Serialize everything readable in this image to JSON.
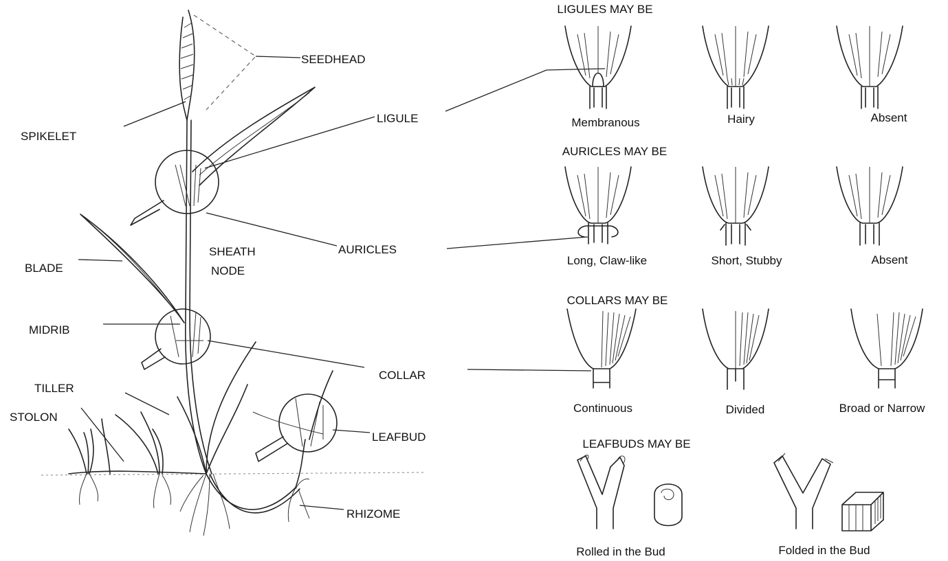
{
  "plant_labels": {
    "seedhead": "SEEDHEAD",
    "spikelet": "SPIKELET",
    "ligule": "LIGULE",
    "auricles": "AURICLES",
    "sheath": "SHEATH",
    "node": "NODE",
    "blade": "BLADE",
    "midrib": "MIDRIB",
    "collar": "COLLAR",
    "tiller": "TILLER",
    "stolon": "STOLON",
    "leafbud": "LEAFBUD",
    "rhizome": "RHIZOME"
  },
  "ligules": {
    "heading": "LIGULES MAY BE",
    "types": [
      "Membranous",
      "Hairy",
      "Absent"
    ]
  },
  "auricles": {
    "heading": "AURICLES MAY BE",
    "types": [
      "Long, Claw-like",
      "Short, Stubby",
      "Absent"
    ]
  },
  "collars": {
    "heading": "COLLARS MAY BE",
    "types": [
      "Continuous",
      "Divided",
      "Broad or Narrow"
    ]
  },
  "leafbuds": {
    "heading": "LEAFBUDS MAY BE",
    "types": [
      "Rolled in the Bud",
      "Folded in the Bud"
    ]
  }
}
